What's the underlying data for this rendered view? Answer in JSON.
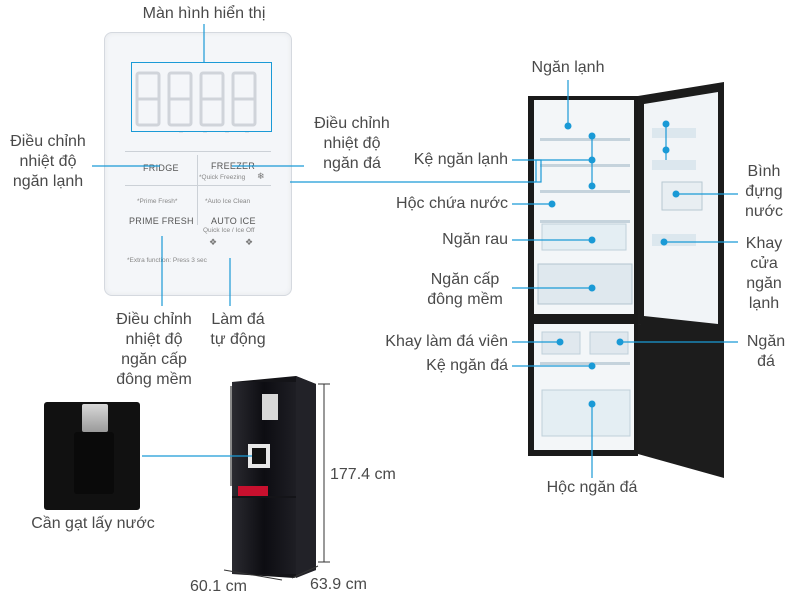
{
  "panel": {
    "display_label": "Màn hình hiển thị",
    "fridge_adjust_label": "Điều chỉnh\nnhiệt độ\nngăn lạnh",
    "freezer_adjust_label": "Điều chỉnh\nnhiệt độ\nngăn đá",
    "prime_adjust_label": "Điều chỉnh\nnhiệt độ\nngăn cấp\nđông mềm",
    "auto_ice_label": "Làm đá\ntự động",
    "buttons": {
      "fridge": "FRIDGE",
      "freezer": "FREEZER",
      "quick_freezing": "*Quick Freezing",
      "prime_fresh_small": "*Prime Fresh*",
      "auto_ice_clean": "*Auto Ice Clean",
      "prime_fresh": "PRIME FRESH",
      "auto_ice": "AUTO ICE",
      "quick_ice_off": "Quick Ice / Ice Off",
      "extra_function": "*Extra function: Press 3 sec"
    }
  },
  "dispenser": {
    "label": "Cần gạt lấy nước"
  },
  "dimensions": {
    "height": "177.4 cm",
    "width": "60.1 cm",
    "depth": "63.9 cm"
  },
  "fridge_parts": {
    "fridge_compartment": "Ngăn lạnh",
    "fridge_shelf": "Kệ ngăn lạnh",
    "water_box": "Hộc chứa nước",
    "vegetable_drawer": "Ngăn rau",
    "prime_fresh_drawer": "Ngăn cấp\nđông mềm",
    "ice_tray": "Khay làm đá viên",
    "freezer_shelf": "Kệ ngăn đá",
    "freezer_drawer": "Hộc ngăn đá",
    "water_tank": "Bình\nđựng\nnước",
    "door_tray": "Khay\ncửa\nngăn\nlạnh",
    "freezer_compartment": "Ngăn\nđá"
  },
  "colors": {
    "line": "#1a9ad6",
    "fridge_body": "#1a1a1a",
    "panel_bg": "#f4f6f9"
  }
}
